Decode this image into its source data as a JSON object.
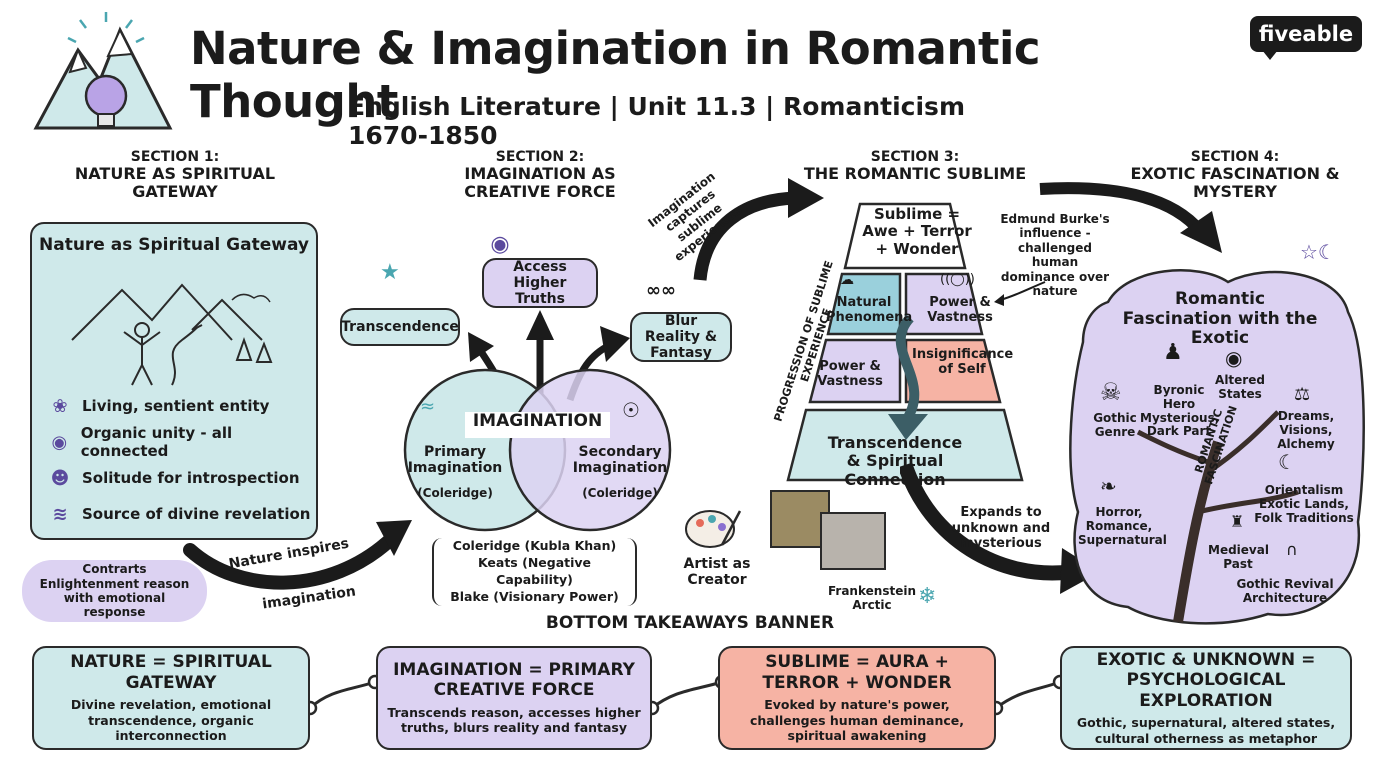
{
  "header": {
    "title": "Nature & Imagination in Romantic Thought",
    "subtitle": "English Literature | Unit 11.3 | Romanticism 1670-1850",
    "brand": "fiveable"
  },
  "section1": {
    "number": "SECTION 1:",
    "heading": "NATURE AS SPIRITUAL GATEWAY",
    "box_title": "Nature as Spiritual Gateway",
    "items": [
      {
        "icon": "leaf-icon",
        "text": "Living, sentient entity"
      },
      {
        "icon": "unity-circle-icon",
        "text": "Organic unity - all connected"
      },
      {
        "icon": "meditation-icon",
        "text": "Solitude for introspection"
      },
      {
        "icon": "sparkle-water-icon",
        "text": "Source of divine revelation"
      }
    ],
    "bubble": "Contrarts Enlightenment reason with emotional response",
    "arrow_top": "Nature inspires",
    "arrow_bottom": "imagination"
  },
  "section2": {
    "number": "SECTION 2:",
    "heading": "IMAGINATION AS CREATIVE FORCE",
    "center": "IMAGINATION",
    "primary": "Primary Imagination",
    "primary_sub": "(Coleridge)",
    "secondary": "Secondary Imagination",
    "secondary_sub": "(Coleridge)",
    "branches": [
      "Transcendence",
      "Access Higher Truths",
      "Blur Reality & Fantasy"
    ],
    "examples": [
      "Coleridge (Kubla Khan)",
      "Keats (Negative Capability)",
      "Blake (Visionary Power)"
    ],
    "artist": "Artist as Creator",
    "arrow_label": "Imagination captures sublime experiences"
  },
  "section3": {
    "number": "SECTION 3:",
    "heading": "THE ROMANTIC SUBLIME",
    "top": "Sublime = Awe + Terror + Wonder",
    "cells": [
      "Natural Phenomena",
      "Power & Vastness",
      "Power & Vastness",
      "Insignificance of Self"
    ],
    "bottom": "Transcendence & Spiritual Connection",
    "side_label": "PROGRESSION OF SUBLIME EXPERIENCE",
    "note": "Edmund Burke's influence - challenged human dominance over nature",
    "frank": "Frankenstein Arctic",
    "arrow_label": "Expands to unknown and mysterious"
  },
  "section4": {
    "number": "SECTION 4:",
    "heading": "EXOTIC FASCINATION & MYSTERY",
    "cloud_title": "Romantic Fascination with the Exotic",
    "trunk_label": "ROMANTIC FASCINATION",
    "items": [
      "Gothic Genre",
      "Byronic Hero Mysterious, Dark Part",
      "Altered States",
      "Dreams, Visions, Alchemy",
      "Horror, Romance, Supernatural",
      "Orientalism Exotic Lands, Folk Traditions",
      "Medieval Past",
      "Gothic Revival Architecture"
    ]
  },
  "banner": {
    "heading": "BOTTOM TAKEAWAYS BANNER",
    "cards": [
      {
        "title": "NATURE = SPIRITUAL GATEWAY",
        "text": "Divine revelation, emotional transcendence, organic interconnection"
      },
      {
        "title": "IMAGINATION = PRIMARY CREATIVE FORCE",
        "text": "Transcends reason, accesses higher truths, blurs reality and fantasy"
      },
      {
        "title": "SUBLIME = AURA + TERROR + WONDER",
        "text": "Evoked by nature's power, challenges human deminance, spiritual awakening"
      },
      {
        "title": "EXOTIC & UNKNOWN = PSYCHOLOGICAL EXPLORATION",
        "text": "Gothic, supernatural, altered states, cultural otherness as metaphor"
      }
    ]
  },
  "colors": {
    "teal": "#cfe9ea",
    "lavender": "#dcd2f2",
    "coral": "#f6b3a4",
    "ink": "#1b1b1b"
  }
}
